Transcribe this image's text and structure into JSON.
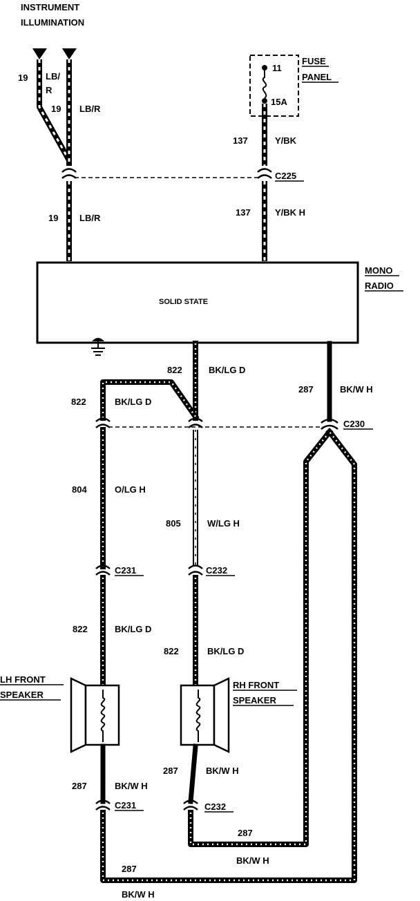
{
  "labels": {
    "instrument_line1": "INSTRUMENT",
    "instrument_line2": "ILLUMINATION",
    "fuse_panel_line1": "FUSE",
    "fuse_panel_line2": "PANEL",
    "fuse_top_pin": "11",
    "fuse_bottom_pin": "15A",
    "radio_name_line1": "MONO",
    "radio_name_line2": "RADIO",
    "radio_type": "SOLID STATE",
    "lh_speaker_line1": "LH FRONT",
    "lh_speaker_line2": "SPEAKER",
    "rh_speaker_line1": "RH FRONT",
    "rh_speaker_line2": "SPEAKER"
  },
  "connectors": {
    "c225": "C225",
    "c230": "C230",
    "c231_top": "C231",
    "c232_top": "C232",
    "c231_bottom": "C231",
    "c232_bottom": "C232"
  },
  "circuits": {
    "ill_left_num": "19",
    "ill_left_color_a": "LB/",
    "ill_left_color_b": "R",
    "ill_right_num": "19",
    "ill_right_color": "LB/R",
    "ill_lower_num": "19",
    "ill_lower_color": "LB/R",
    "fuse_upper_num": "137",
    "fuse_upper_color": "Y/BK",
    "fuse_lower_num": "137",
    "fuse_lower_color": "Y/BK H",
    "radio_out_num": "822",
    "radio_out_color": "BK/LG D",
    "branch_num": "822",
    "branch_color": "BK/LG D",
    "ground_out_num": "287",
    "ground_out_color": "BK/W H",
    "lh_feed_num": "804",
    "lh_feed_color": "O/LG H",
    "rh_feed_num": "805",
    "rh_feed_color": "W/LG H",
    "lh_spk_in_num": "822",
    "lh_spk_in_color": "BK/LG D",
    "rh_spk_in_num": "822",
    "rh_spk_in_color": "BK/LG D",
    "lh_spk_out_num": "287",
    "lh_spk_out_color": "BK/W H",
    "rh_spk_out_num": "287",
    "rh_spk_out_color": "BK/W H",
    "rh_return_num": "287",
    "rh_return_color": "BK/W H",
    "lh_return_num": "287",
    "lh_return_color": "BK/W H"
  }
}
